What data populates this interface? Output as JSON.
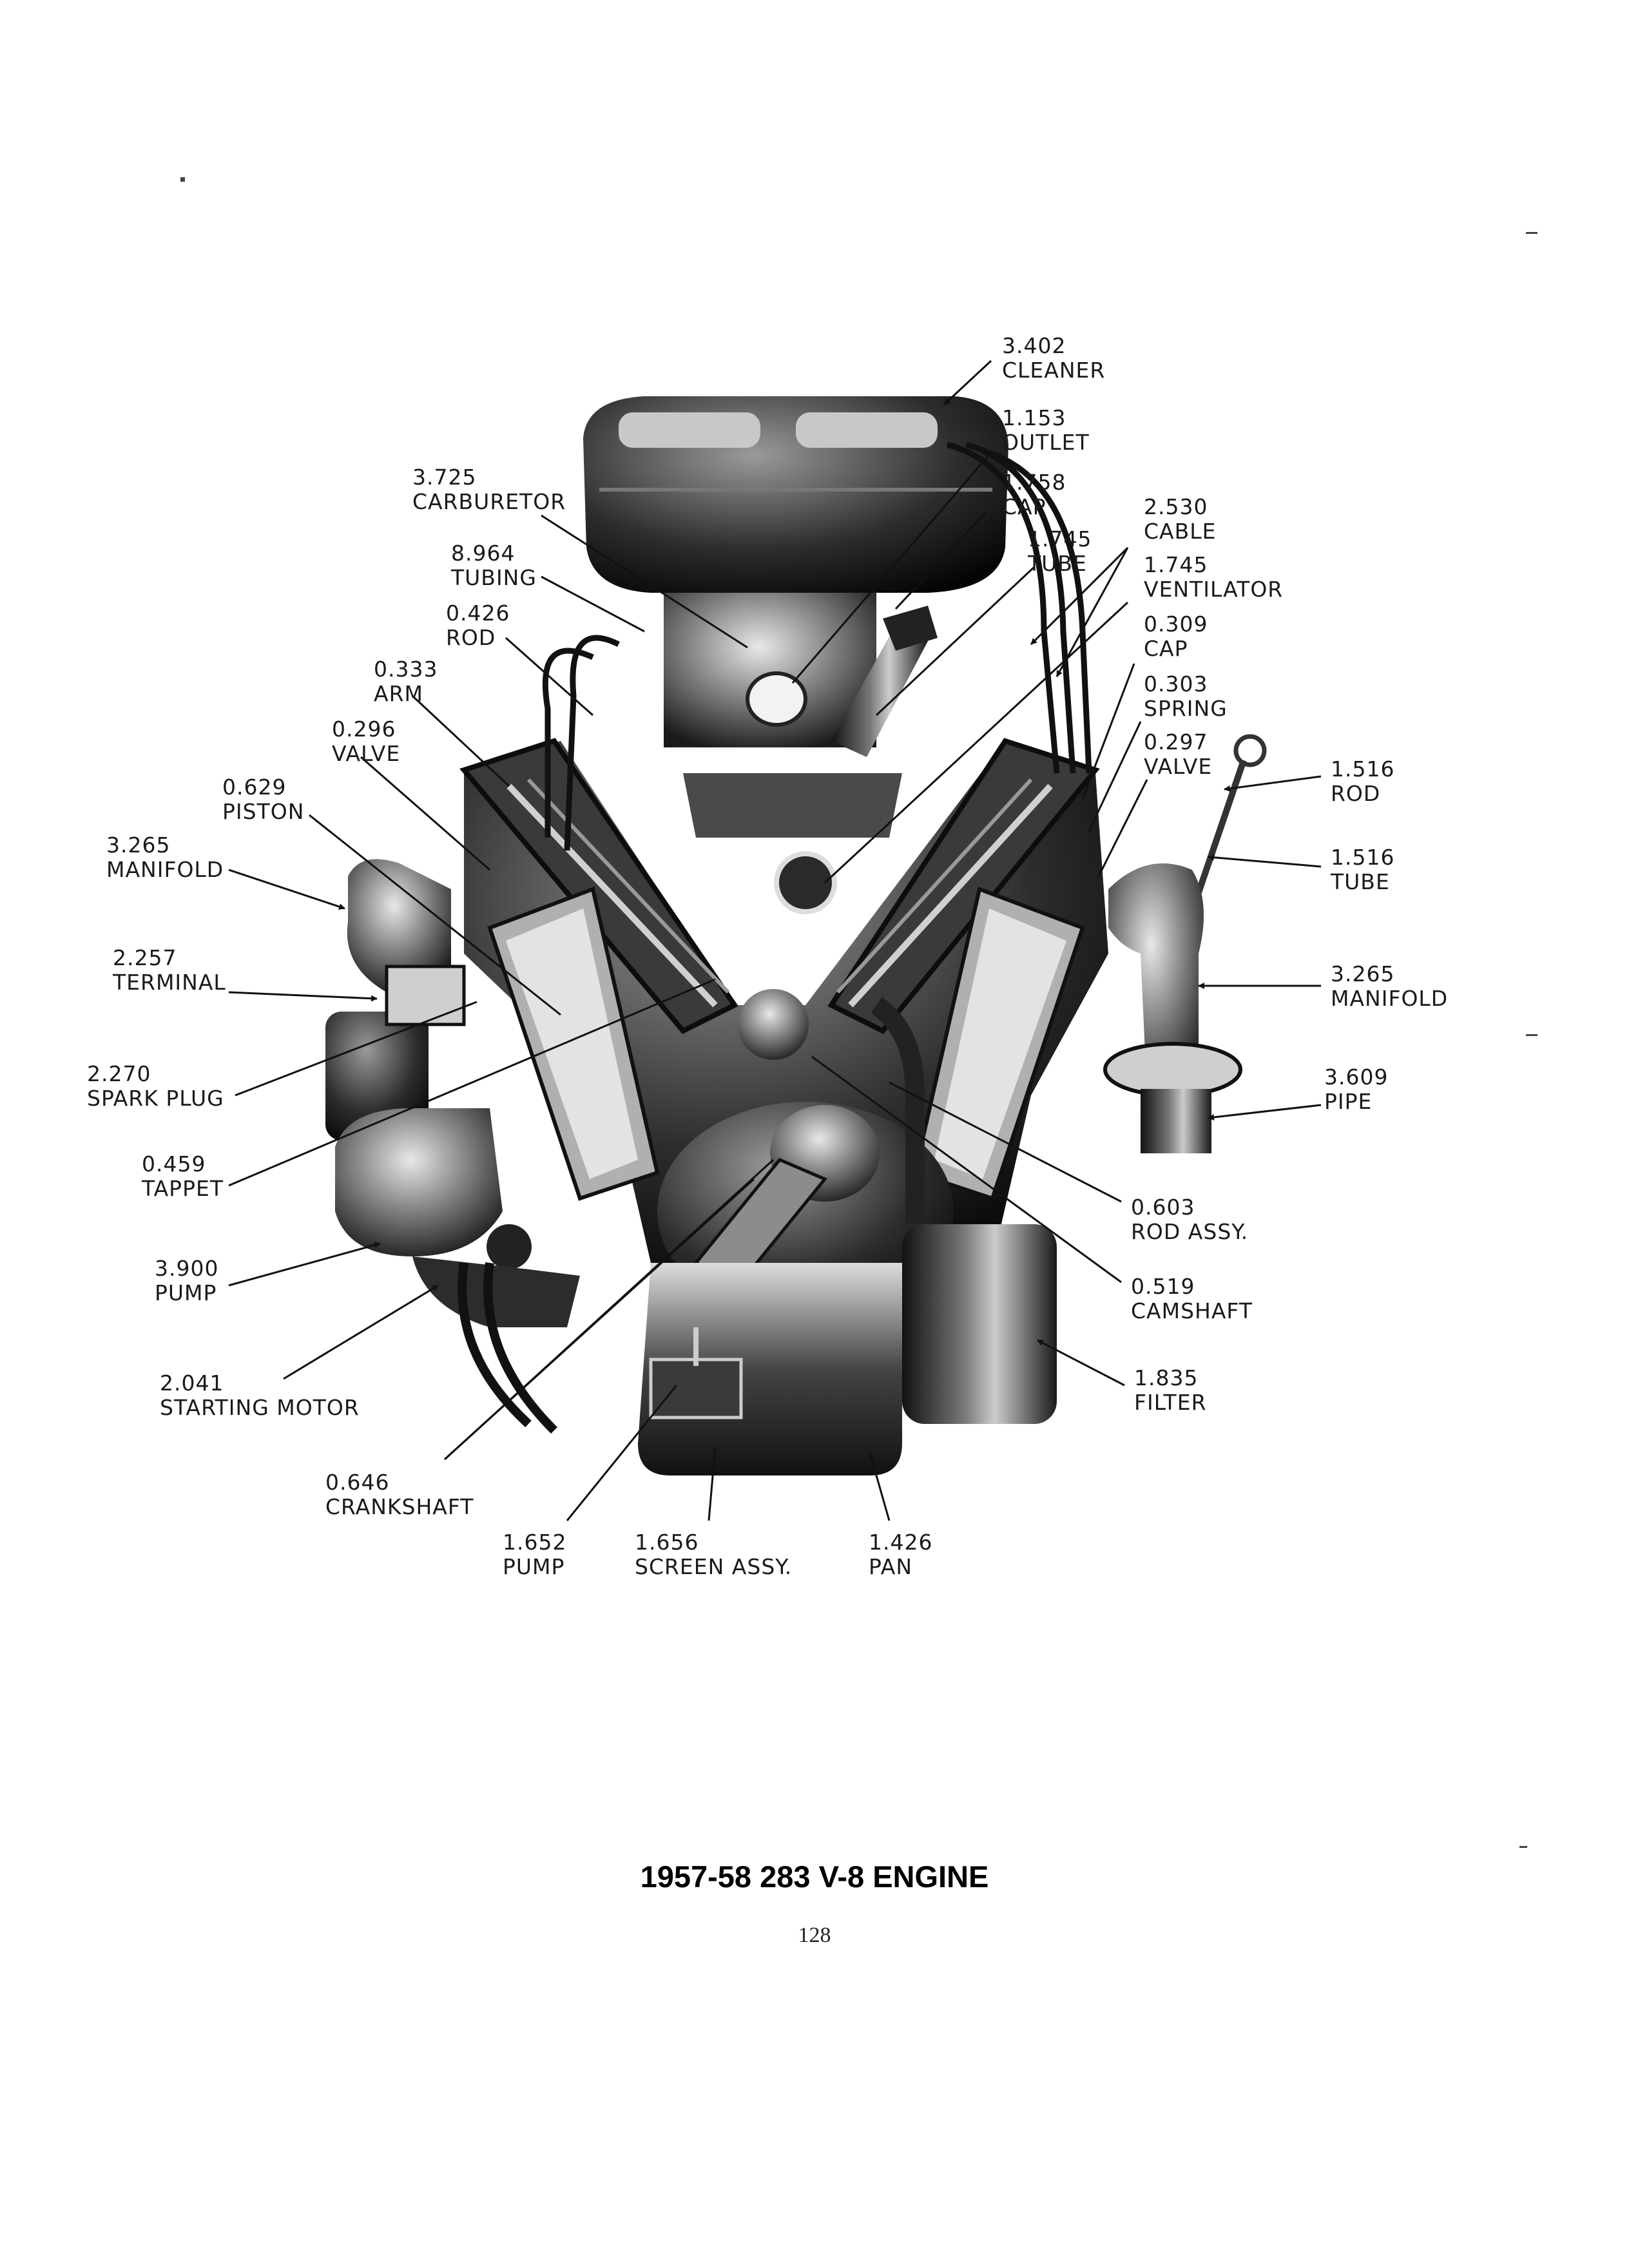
{
  "title": "1957-58 283 V-8 ENGINE",
  "page_number": "128",
  "callouts": {
    "cleaner": {
      "code": "3.402",
      "name": "CLEANER"
    },
    "outlet": {
      "code": "1.153",
      "name": "OUTLET"
    },
    "cap_oil": {
      "code": "1.758",
      "name": "CAP"
    },
    "tube_breather": {
      "code": "1.745",
      "name": "TUBE"
    },
    "cable": {
      "code": "2.530",
      "name": "CABLE"
    },
    "ventilator": {
      "code": "1.745",
      "name": "VENTILATOR"
    },
    "cap_dist": {
      "code": "0.309",
      "name": "CAP"
    },
    "spring": {
      "code": "0.303",
      "name": "SPRING"
    },
    "valve_right": {
      "code": "0.297",
      "name": "VALVE"
    },
    "rod_dipstick": {
      "code": "1.516",
      "name": "ROD"
    },
    "tube_dipstick": {
      "code": "1.516",
      "name": "TUBE"
    },
    "manifold_right": {
      "code": "3.265",
      "name": "MANIFOLD"
    },
    "pipe": {
      "code": "3.609",
      "name": "PIPE"
    },
    "rod_assy": {
      "code": "0.603",
      "name": "ROD ASSY."
    },
    "camshaft": {
      "code": "0.519",
      "name": "CAMSHAFT"
    },
    "filter": {
      "code": "1.835",
      "name": "FILTER"
    },
    "pan": {
      "code": "1.426",
      "name": "PAN"
    },
    "screen_assy": {
      "code": "1.656",
      "name": "SCREEN ASSY."
    },
    "pump_oil": {
      "code": "1.652",
      "name": "PUMP"
    },
    "crankshaft": {
      "code": "0.646",
      "name": "CRANKSHAFT"
    },
    "starting_motor": {
      "code": "2.041",
      "name": "STARTING MOTOR"
    },
    "pump_fuel": {
      "code": "3.900",
      "name": "PUMP"
    },
    "tappet": {
      "code": "0.459",
      "name": "TAPPET"
    },
    "spark_plug": {
      "code": "2.270",
      "name": "SPARK PLUG"
    },
    "terminal": {
      "code": "2.257",
      "name": "TERMINAL"
    },
    "manifold_left": {
      "code": "3.265",
      "name": "MANIFOLD"
    },
    "piston": {
      "code": "0.629",
      "name": "PISTON"
    },
    "valve_left": {
      "code": "0.296",
      "name": "VALVE"
    },
    "arm": {
      "code": "0.333",
      "name": "ARM"
    },
    "rod_push": {
      "code": "0.426",
      "name": "ROD"
    },
    "tubing": {
      "code": "8.964",
      "name": "TUBING"
    },
    "carburetor": {
      "code": "3.725",
      "name": "CARBURETOR"
    }
  }
}
